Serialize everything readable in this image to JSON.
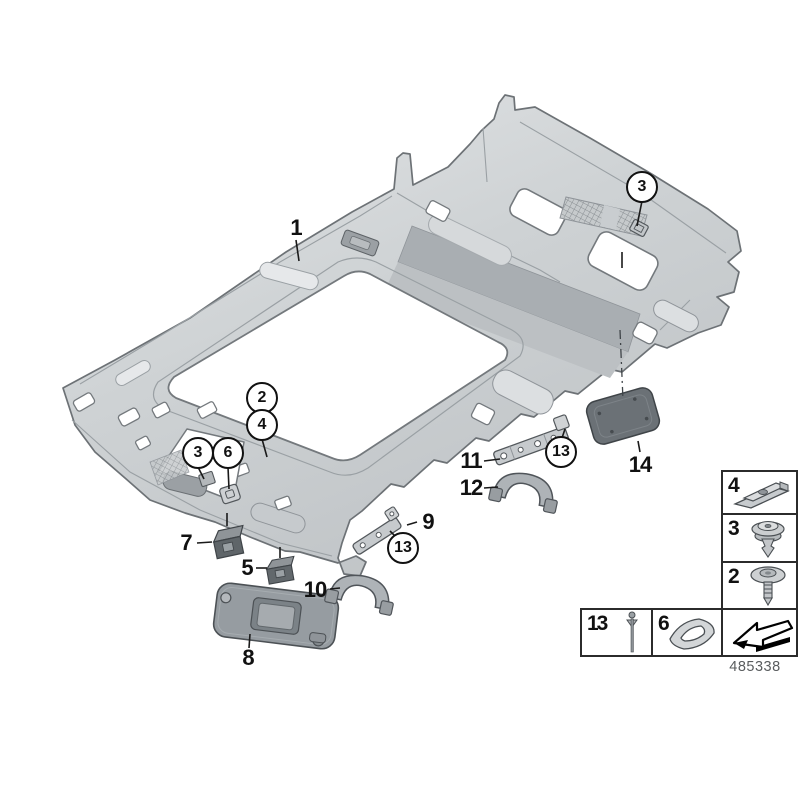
{
  "diagram": {
    "part_number": "485338",
    "subject": "roof-headlining-trim-panel",
    "colors": {
      "background": "#ffffff",
      "line_art_outline": "#6d7276",
      "panel_fill_light": "#e2e4e6",
      "panel_fill_dark": "#c3c7ca",
      "recess_band": "#a9aeb2",
      "dark_part": "#6b7176",
      "callout_text": "#111111",
      "legend_border": "#2b2b2b",
      "part_number_text": "#595c5e"
    },
    "callouts": [
      {
        "label": "1",
        "style": "plain"
      },
      {
        "label": "3",
        "style": "circled"
      },
      {
        "label": "2",
        "style": "circled"
      },
      {
        "label": "4",
        "style": "circled"
      },
      {
        "label": "3",
        "style": "circled"
      },
      {
        "label": "6",
        "style": "circled"
      },
      {
        "label": "11",
        "style": "plain"
      },
      {
        "label": "12",
        "style": "plain"
      },
      {
        "label": "13",
        "style": "circled"
      },
      {
        "label": "14",
        "style": "plain"
      },
      {
        "label": "9",
        "style": "plain"
      },
      {
        "label": "13",
        "style": "circled"
      },
      {
        "label": "7",
        "style": "plain"
      },
      {
        "label": "5",
        "style": "plain"
      },
      {
        "label": "10",
        "style": "plain"
      },
      {
        "label": "8",
        "style": "plain"
      }
    ],
    "legend": {
      "side_items": [
        {
          "label": "4",
          "icon": "slide-clip-icon"
        },
        {
          "label": "3",
          "icon": "expansion-rivet-icon"
        },
        {
          "label": "2",
          "icon": "flange-screw-icon"
        }
      ],
      "bottom_items": [
        {
          "label": "13",
          "icon": "pin-rivet-icon"
        },
        {
          "label": "6",
          "icon": "frame-gasket-icon"
        }
      ],
      "arrow_icon": "direction-of-travel-arrow-icon"
    }
  }
}
